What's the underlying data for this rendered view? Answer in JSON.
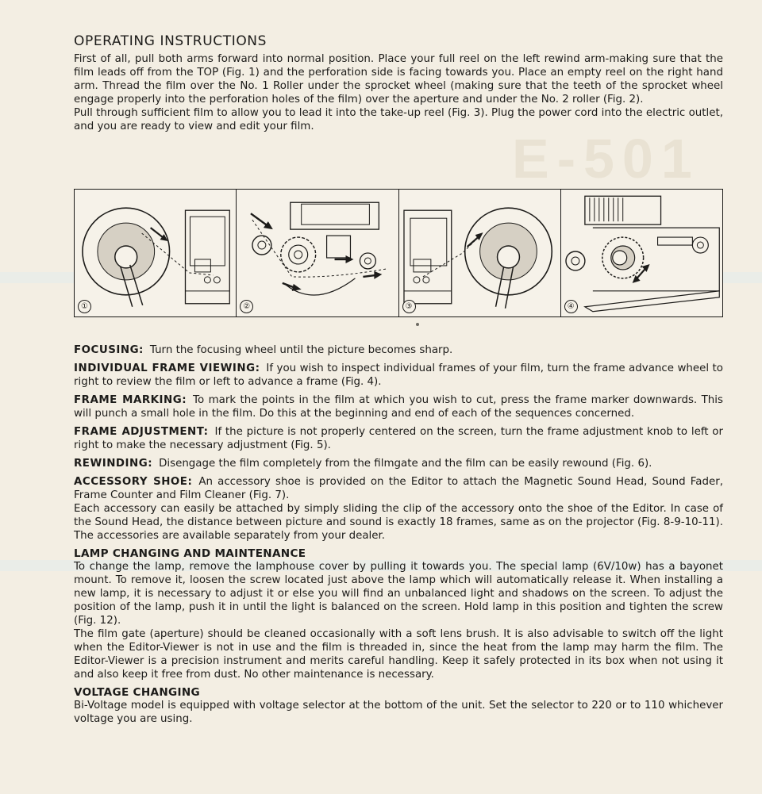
{
  "operating": {
    "title": "OPERATING INSTRUCTIONS",
    "para1": "First of all, pull both arms forward into normal position. Place your full reel on the left rewind arm-making sure that the film leads off from the TOP (Fig. 1) and the perforation side is facing towards you. Place an empty reel on the right hand arm. Thread the film over the No. 1 Roller under the sprocket wheel (making sure that the teeth of the sprocket wheel engage properly into the perforation holes of the film) over the aperture and under the No. 2 roller (Fig. 2).",
    "para2": "Pull through sufficient film to allow you to lead it into the take-up reel (Fig. 3). Plug the power cord into the electric outlet, and you are ready to view and edit your film."
  },
  "figures": {
    "labels": [
      "①",
      "②",
      "③",
      "④"
    ]
  },
  "sections": {
    "focusing_label": "FOCUSING:",
    "focusing_text": "Turn the focusing wheel until the picture becomes sharp.",
    "individual_label": "INDIVIDUAL FRAME VIEWING:",
    "individual_text": "If you wish to inspect individual frames of your film, turn the frame advance wheel to right to review the film or left to advance a frame (Fig. 4).",
    "marking_label": "FRAME MARKING:",
    "marking_text": "To mark the points in the film at which you wish to cut, press the frame marker downwards. This will punch a small hole in the film. Do this at the beginning and end of each of the sequences concerned.",
    "adjustment_label": "FRAME ADJUSTMENT:",
    "adjustment_text": "If the picture is not properly centered on the screen, turn the frame adjustment knob to left or right to make the necessary adjustment (Fig. 5).",
    "rewinding_label": "REWINDING:",
    "rewinding_text": "Disengage the film completely from the filmgate and the film can be easily rewound (Fig. 6).",
    "accessory_label": "ACCESSORY SHOE:",
    "accessory_text": "An accessory shoe is provided on the Editor to attach the Magnetic Sound Head, Sound Fader, Frame Counter and Film Cleaner (Fig. 7).",
    "accessory_text2": "Each accessory can easily be attached by simply sliding the clip of the accessory onto the shoe of the Editor. In case of the Sound Head, the distance between picture and sound is exactly 18 frames, same as on the projector (Fig. 8-9-10-11). The accessories are available separately from your dealer.",
    "lamp_heading": "LAMP CHANGING AND MAINTENANCE",
    "lamp_text1": "To change the lamp, remove the lamphouse cover by pulling it towards you. The special lamp (6V/10w) has a bayonet mount. To remove it, loosen the screw located just above the lamp which will automatically release it. When installing a new lamp, it is necessary to adjust it or else you will find an unbalanced light and shadows on the screen. To adjust the position of the lamp, push it in until the light is balanced on the screen. Hold lamp in this position and tighten the screw (Fig. 12).",
    "lamp_text2": "The film gate (aperture) should be cleaned occasionally with a soft lens brush. It is also advisable to switch off the light when the Editor-Viewer is not in use and the film is threaded in, since the heat from the lamp may harm the film. The Editor-Viewer is a precision instrument and merits careful handling. Keep it safely protected in its box when not using it and also keep it free from dust. No other maintenance is necessary.",
    "voltage_heading": "VOLTAGE CHANGING",
    "voltage_text": "Bi-Voltage model is equipped with voltage selector at the bottom of the unit. Set the selector to 220 or to 110 whichever voltage you are using."
  }
}
